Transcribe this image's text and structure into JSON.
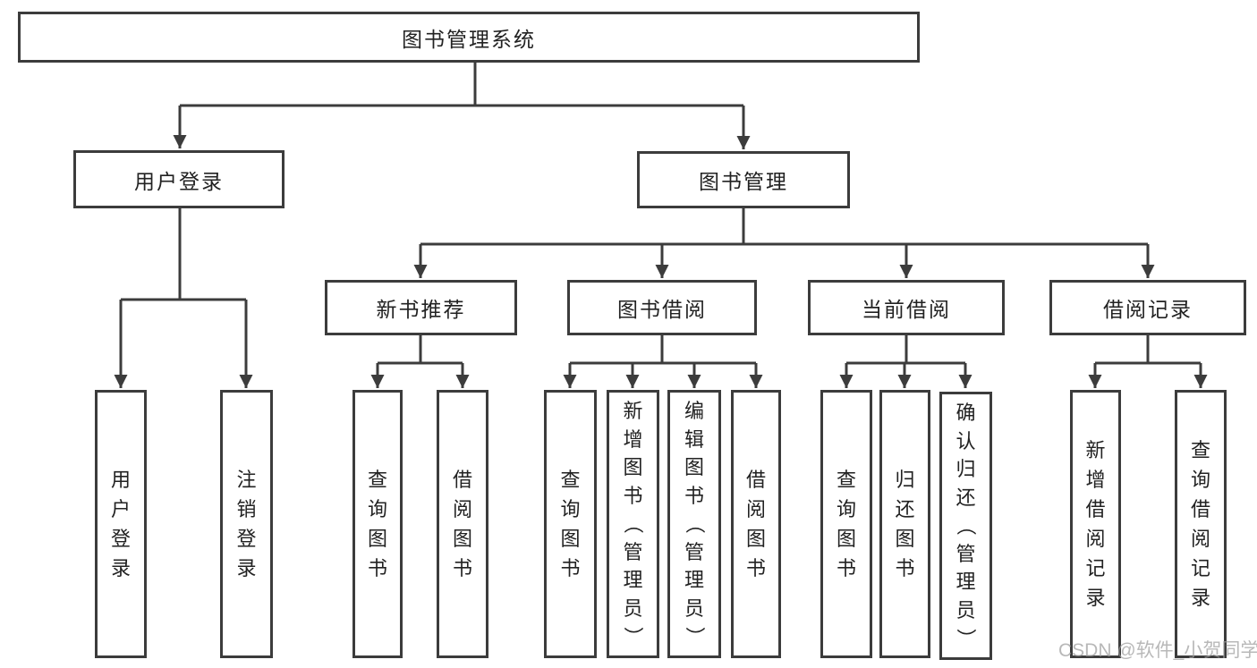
{
  "diagram": {
    "root": {
      "label": "图书管理系统"
    },
    "user_login": {
      "label": "用户登录",
      "children": {
        "login": "用户登录",
        "logout": "注销登录"
      }
    },
    "book_mgmt": {
      "label": "图书管理",
      "children": {
        "new_book_rec": {
          "label": "新书推荐",
          "children": {
            "query_books": "查询图书",
            "borrow_books": "借阅图书"
          }
        },
        "book_borrow": {
          "label": "图书借阅",
          "children": {
            "query_books": "查询图书",
            "add_books": "新增图书（管理员）",
            "edit_books": "编辑图书（管理员）",
            "borrow_books": "借阅图书"
          }
        },
        "current_borrow": {
          "label": "当前借阅",
          "children": {
            "query_books": "查询图书",
            "return_books": "归还图书",
            "confirm_return": "确认归还（管理员）"
          }
        },
        "borrow_records": {
          "label": "借阅记录",
          "children": {
            "add_record": "新增借阅记录",
            "query_record": "查询借阅记录"
          }
        }
      }
    }
  },
  "watermark": {
    "text": "CSDN @软件_小贺同学"
  },
  "colors": {
    "line": "#3c3c3c",
    "box_border": "#3c3c3c",
    "text": "#222222",
    "background": "#ffffff",
    "watermark": "#9e9e9e"
  }
}
